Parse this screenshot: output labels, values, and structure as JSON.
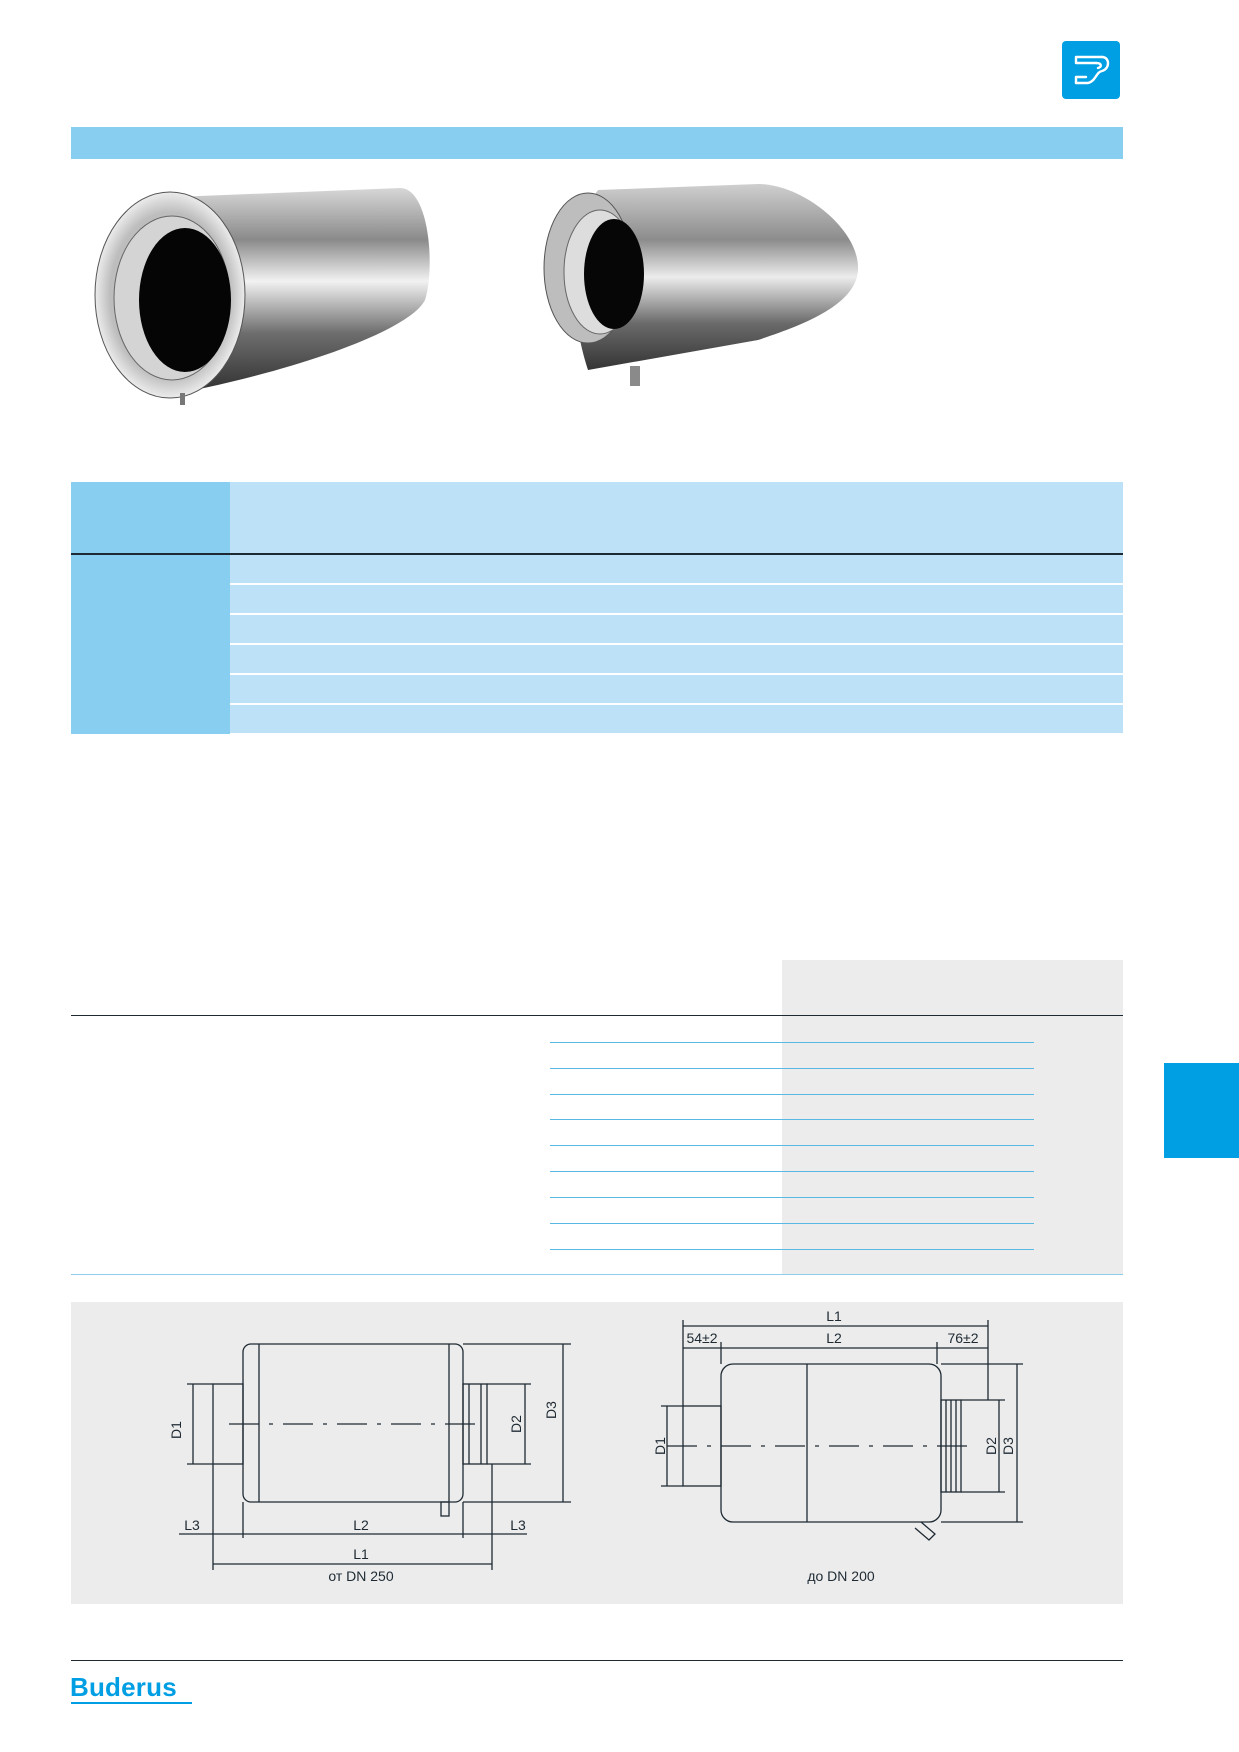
{
  "header": {
    "icon": "flue-pipe-icon",
    "accent_color": "#009fe3"
  },
  "product_images": [
    {
      "name": "muffler-large"
    },
    {
      "name": "muffler-small"
    }
  ],
  "drawings": {
    "left": {
      "caption": "от DN 250",
      "labels": {
        "d1": "D1",
        "d2": "D2",
        "d3": "D3",
        "l1": "L1",
        "l2": "L2",
        "l3_left": "L3",
        "l3_right": "L3"
      }
    },
    "right": {
      "caption": "до DN 200",
      "labels": {
        "d1": "D1",
        "d2": "D2",
        "d3": "D3",
        "l1": "L1",
        "l2": "L2",
        "tol_left": "54±2",
        "tol_right": "76±2"
      }
    }
  },
  "footer": {
    "brand": "Buderus"
  }
}
